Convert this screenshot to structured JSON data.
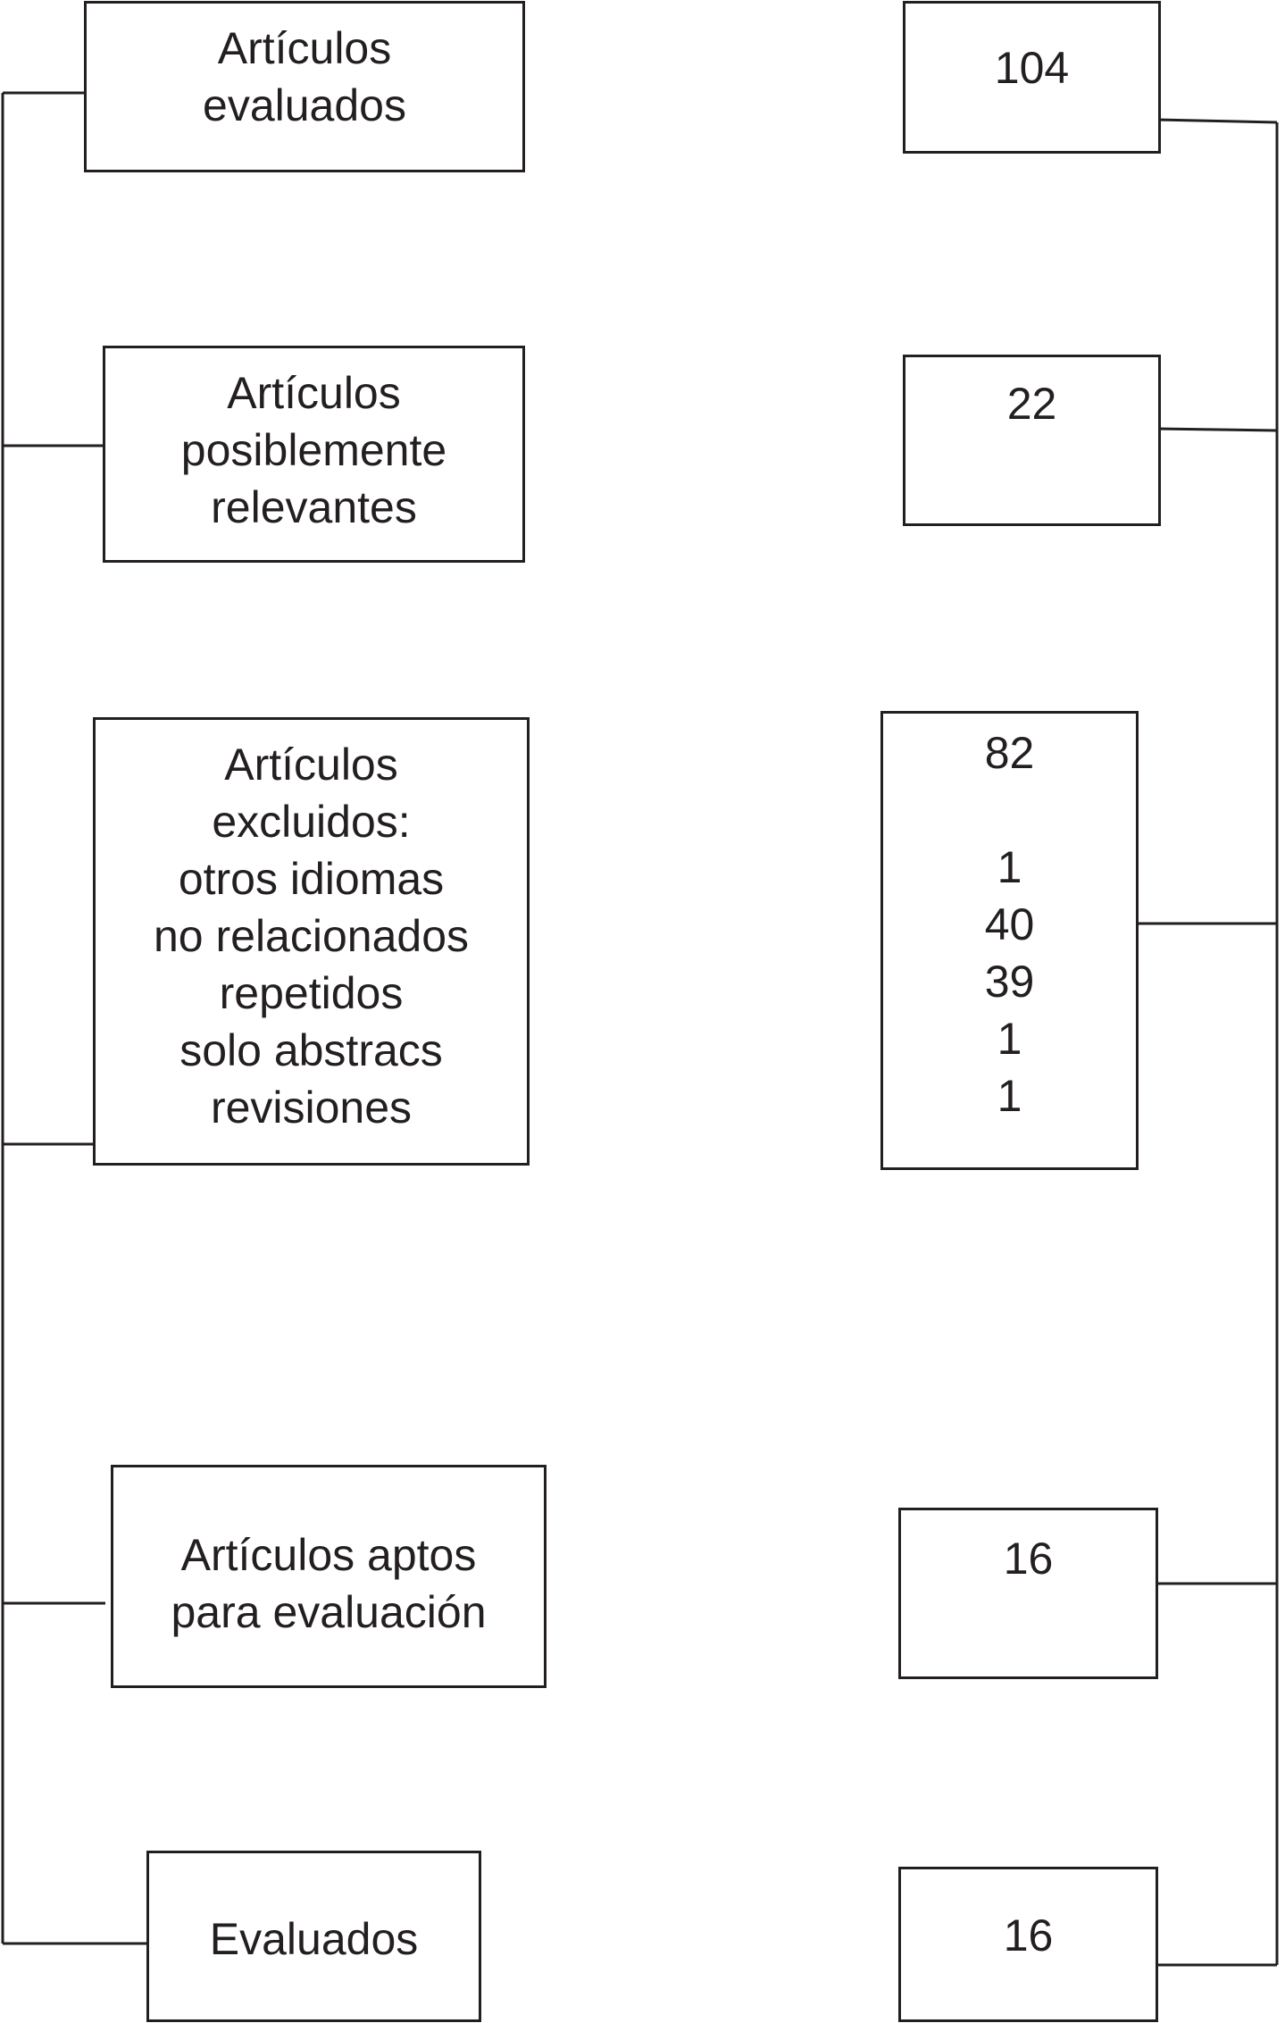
{
  "left_boxes": {
    "evaluated": {
      "lines": [
        "Artículos",
        "evaluados"
      ]
    },
    "relevant": {
      "lines": [
        "Artículos",
        "posiblemente",
        "relevantes"
      ]
    },
    "excluded": {
      "lines": [
        "Artículos",
        "excluidos:",
        "otros idiomas",
        "no relacionados",
        "repetidos",
        "solo abstracs",
        "revisiones"
      ]
    },
    "eligible": {
      "lines": [
        "Artículos aptos",
        "para evaluación"
      ]
    },
    "final": {
      "lines": [
        "Evaluados"
      ]
    }
  },
  "right_boxes": {
    "evaluated": {
      "value": "104"
    },
    "relevant": {
      "value": "22"
    },
    "excluded": {
      "values": [
        "82",
        "",
        "1",
        "40",
        "39",
        "1",
        "1"
      ]
    },
    "eligible": {
      "value": "16"
    },
    "final": {
      "value": "16"
    }
  },
  "colors": {
    "stroke": "#231f20",
    "background": "#ffffff"
  }
}
